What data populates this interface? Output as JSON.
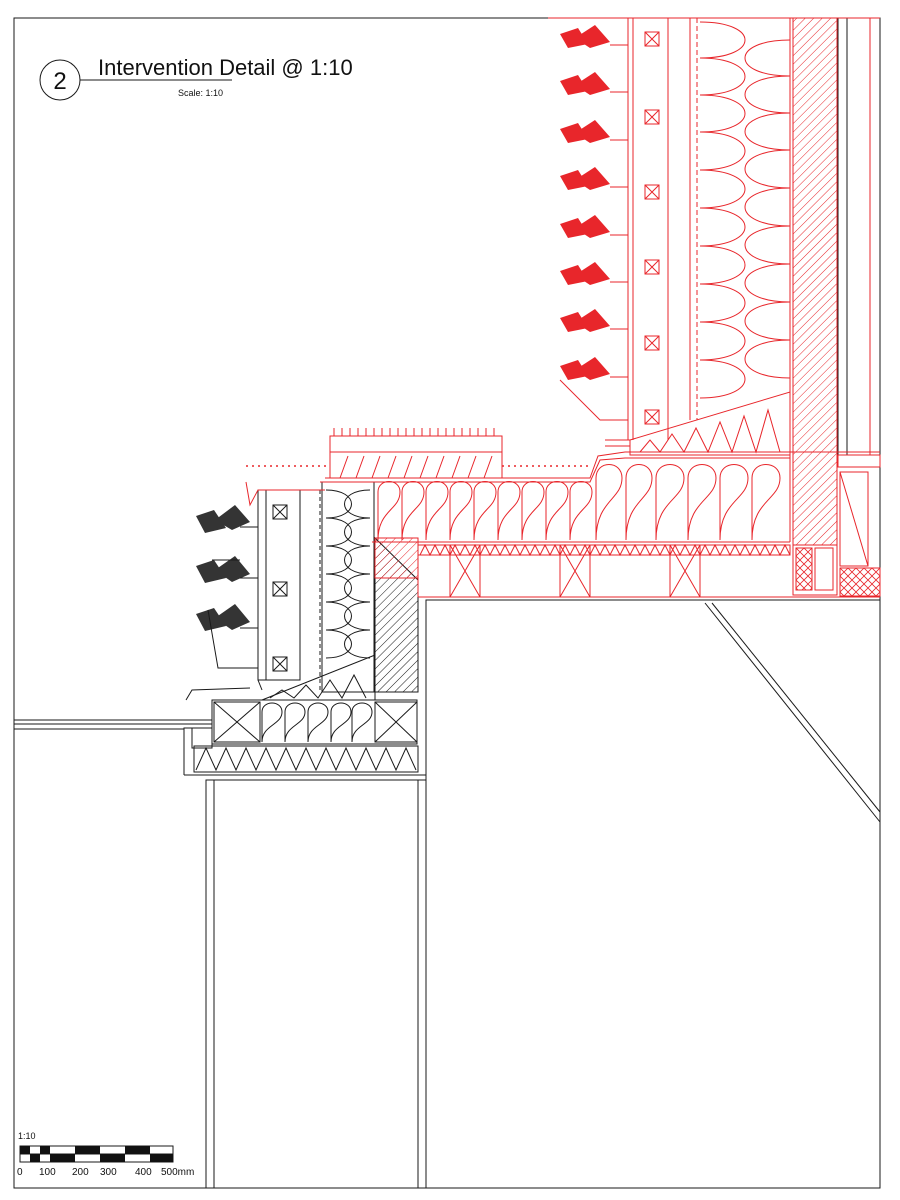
{
  "title_block": {
    "detail_number": "2",
    "title": "Intervention Detail @ 1:10",
    "scale_note": "Scale: 1:10"
  },
  "scale_bar": {
    "ratio": "1:10",
    "ticks": [
      "0",
      "100",
      "200",
      "300",
      "400",
      "500mm"
    ]
  },
  "colors": {
    "proposed": "#e8262b",
    "existing": "#1a1a1a"
  }
}
